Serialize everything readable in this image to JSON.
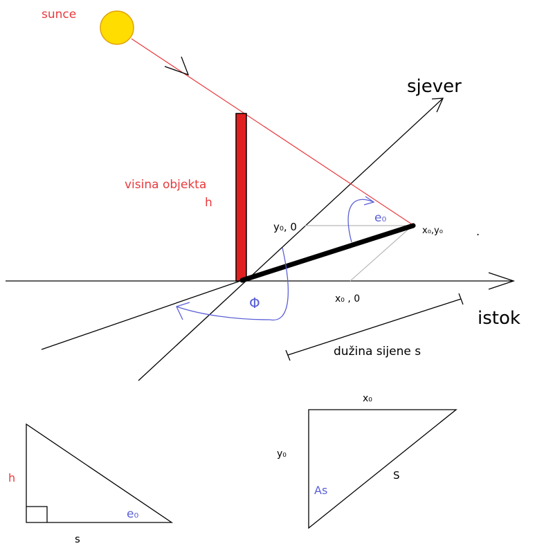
{
  "colors": {
    "red": "#e8393c",
    "blue": "#5a5fd6",
    "black": "#000000",
    "sun_fill": "#ffdd00",
    "sun_stroke": "#e0a000",
    "pole_fill": "#e02020",
    "gray": "#b8b8b8"
  },
  "main_diagram": {
    "sun_label": "sunce",
    "north_label": "sjever",
    "east_label": "istok",
    "object_height_label": "visina objekta",
    "h_label": "h",
    "y0_zero_label": "y₀, 0",
    "e0_label": "e₀",
    "x0_y0_label": "x₀,y₀",
    "dot_mark": ".",
    "x0_zero_label": "x₀ , 0",
    "phi_label": "Φ",
    "shadow_length_label": "dužina sijene s"
  },
  "left_triangle": {
    "h_label": "h",
    "e0_label": "e₀",
    "s_label": "s"
  },
  "right_triangle": {
    "x0_label": "x₀",
    "y0_label": "y₀",
    "as_label": "As",
    "s_label": "S"
  }
}
